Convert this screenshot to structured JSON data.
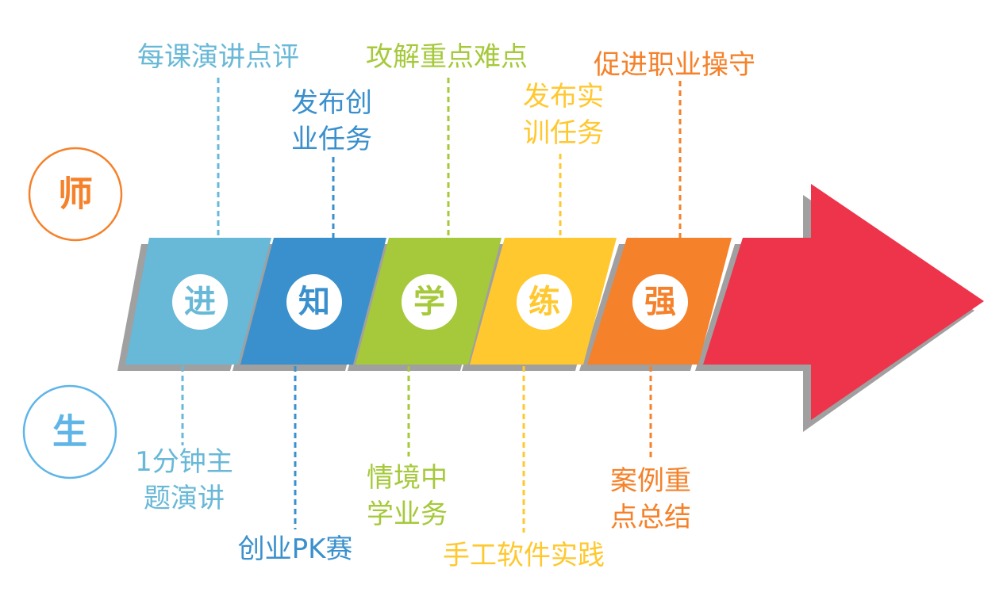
{
  "roles": {
    "teacher": "师",
    "student": "生"
  },
  "colors": {
    "c1": "#68B8D7",
    "c2": "#3A90CD",
    "c3": "#A5C93A",
    "c4": "#FFC82F",
    "c5": "#F5812A",
    "arrow": "#EE344B",
    "shadow": "#A0A0A0",
    "teacher": "#F5812A",
    "student": "#5FB5E8"
  },
  "stages": [
    {
      "char": "进",
      "top": "每课演讲点评",
      "bottom": [
        "1分钟主",
        "题演讲"
      ]
    },
    {
      "char": "知",
      "top": [
        "发布创",
        "业任务"
      ],
      "bottom": "创业PK赛"
    },
    {
      "char": "学",
      "top": "攻解重点难点",
      "bottom": [
        "情境中",
        "学业务"
      ]
    },
    {
      "char": "练",
      "top": [
        "发布实",
        "训任务"
      ],
      "bottom": "手工软件实践"
    },
    {
      "char": "强",
      "top": "促进职业操守",
      "bottom": [
        "案例重",
        "点总结"
      ]
    }
  ]
}
